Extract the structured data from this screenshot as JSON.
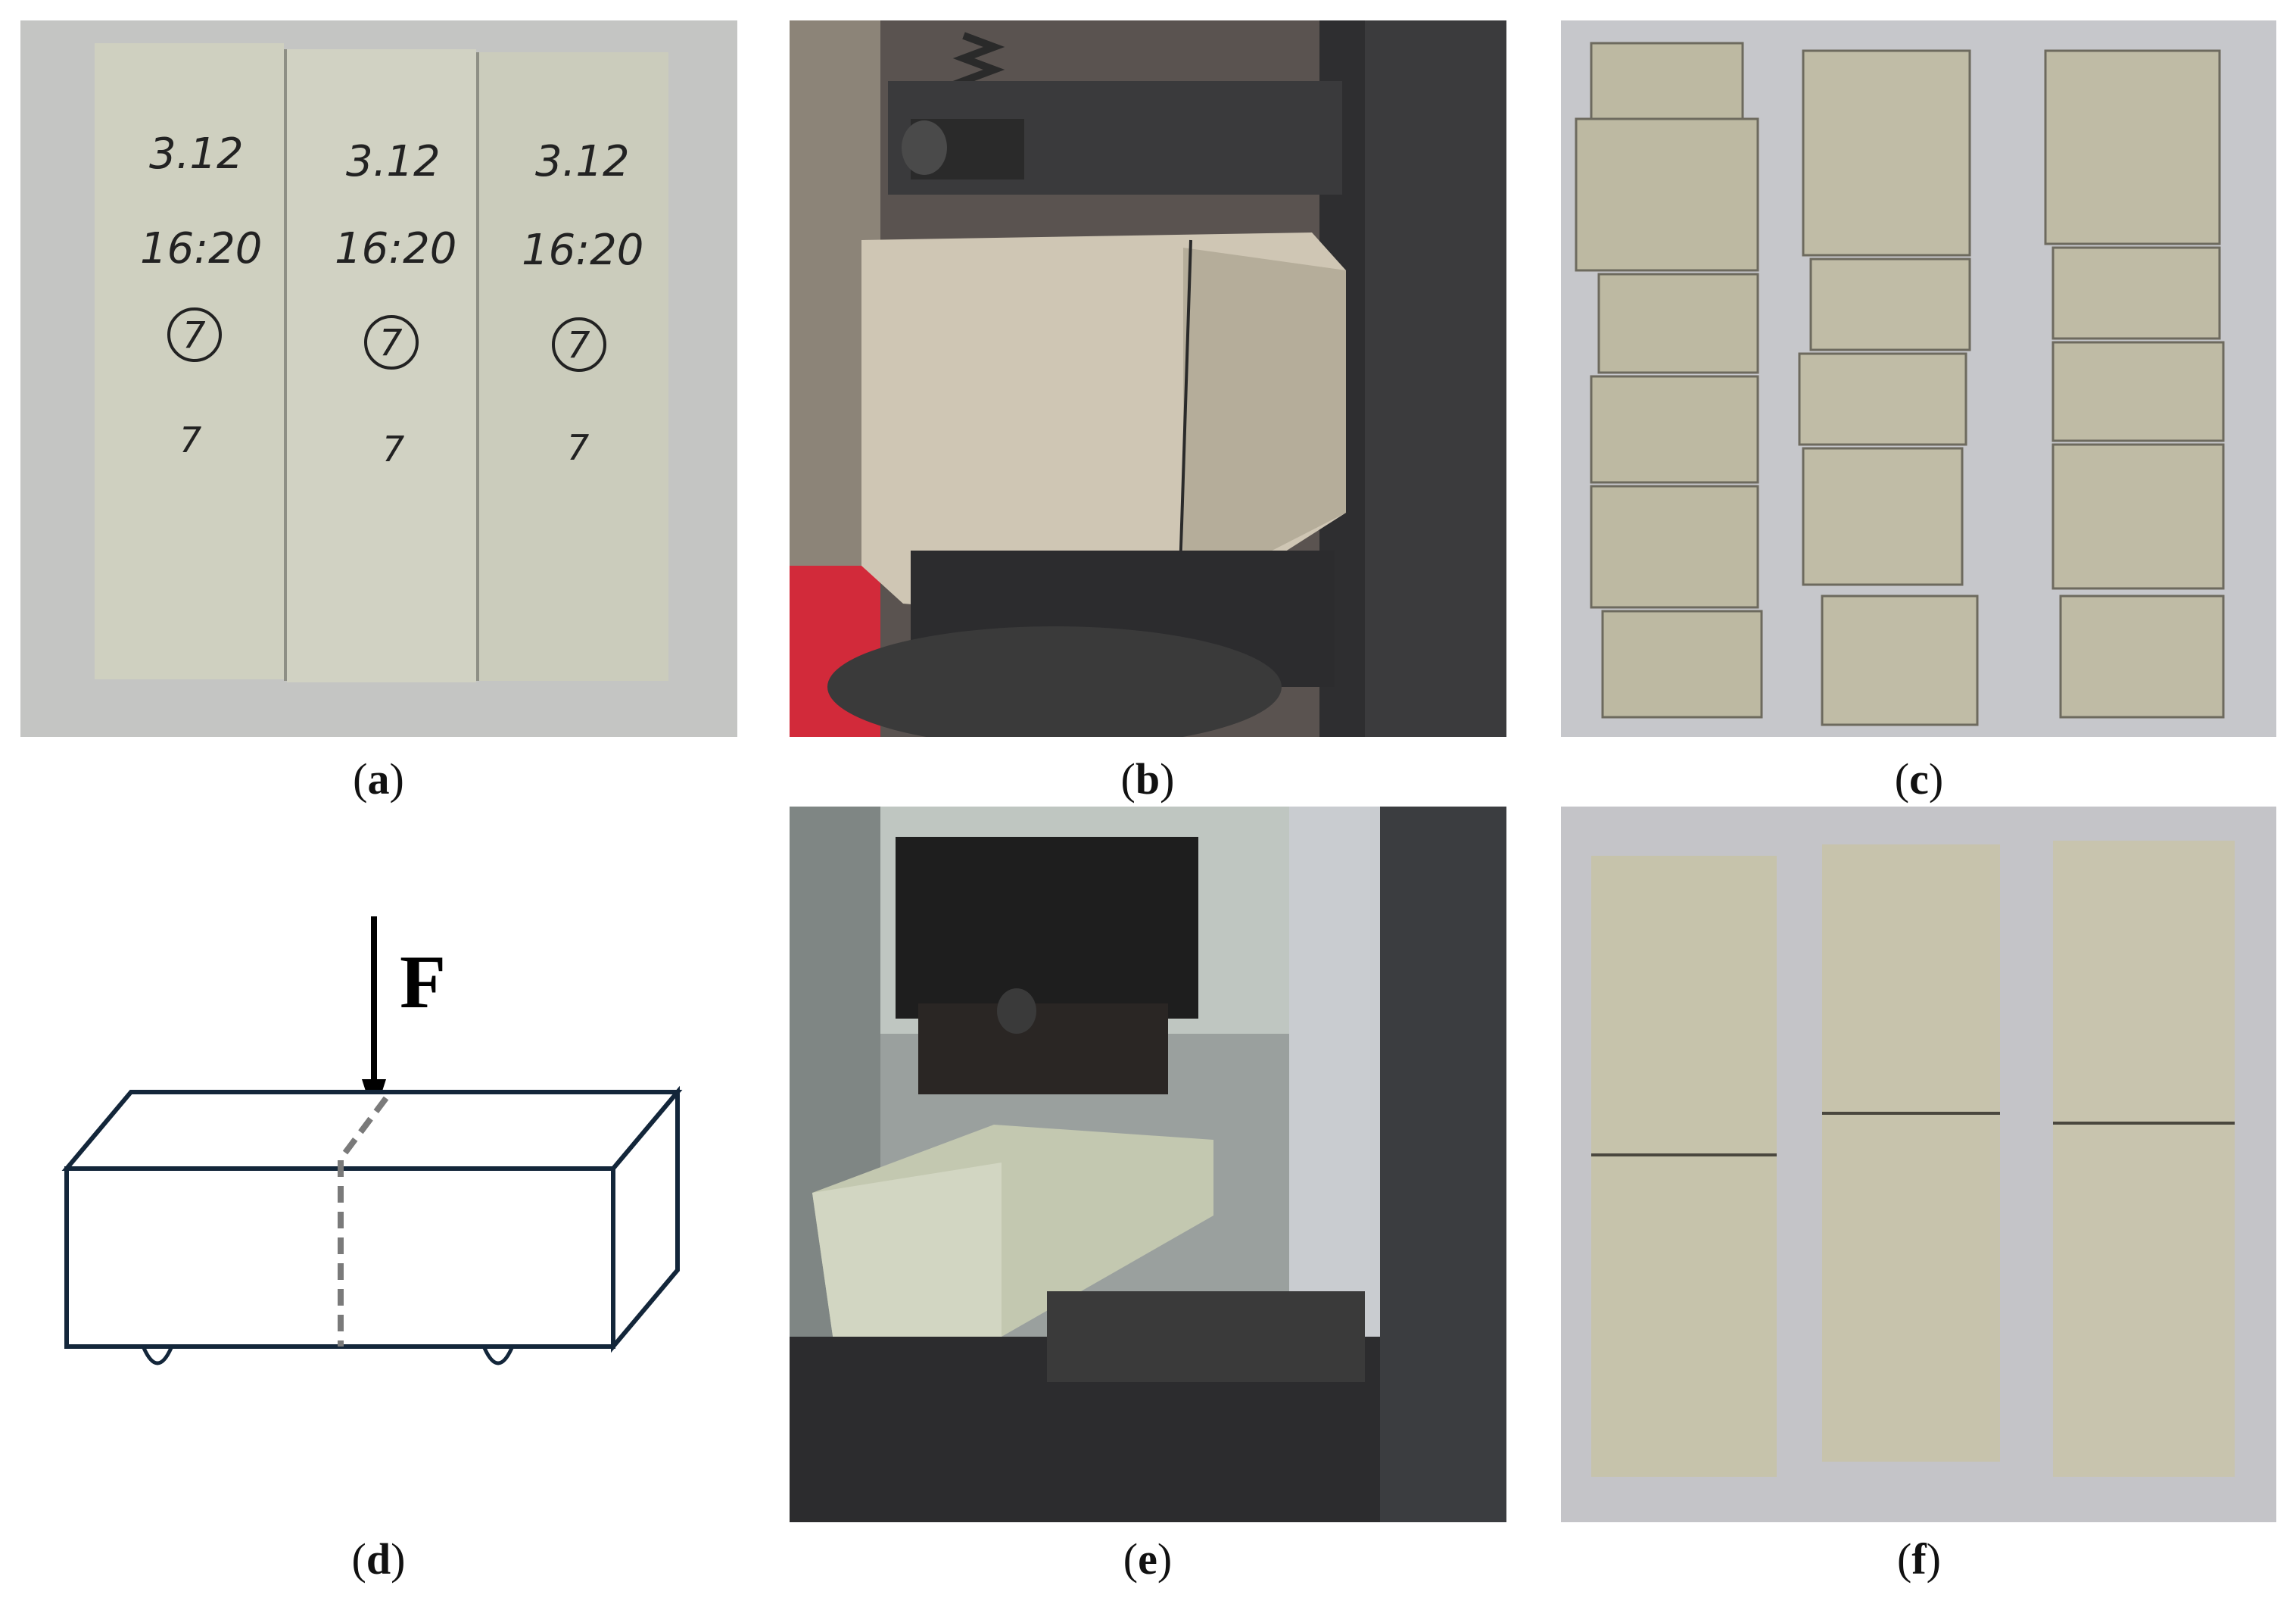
{
  "panels": {
    "a": {
      "caption_letter": "a",
      "specimens": [
        {
          "date": "3.12",
          "time": "16:20",
          "group": "7",
          "age": "7"
        },
        {
          "date": "3.12",
          "time": "16:20",
          "group": "7",
          "age": "7"
        },
        {
          "date": "3.12",
          "time": "16:20",
          "group": "7",
          "age": "7"
        }
      ]
    },
    "b": {
      "caption_letter": "b"
    },
    "c": {
      "caption_letter": "c"
    },
    "d": {
      "caption_letter": "d",
      "force_label": "F"
    },
    "e": {
      "caption_letter": "e"
    },
    "f": {
      "caption_letter": "f"
    }
  },
  "colors": {
    "specimen": "#c9cab8",
    "steel": "#3a3a3c",
    "diagram_outline": "#13263a",
    "crack_line": "#7a7a7a"
  }
}
